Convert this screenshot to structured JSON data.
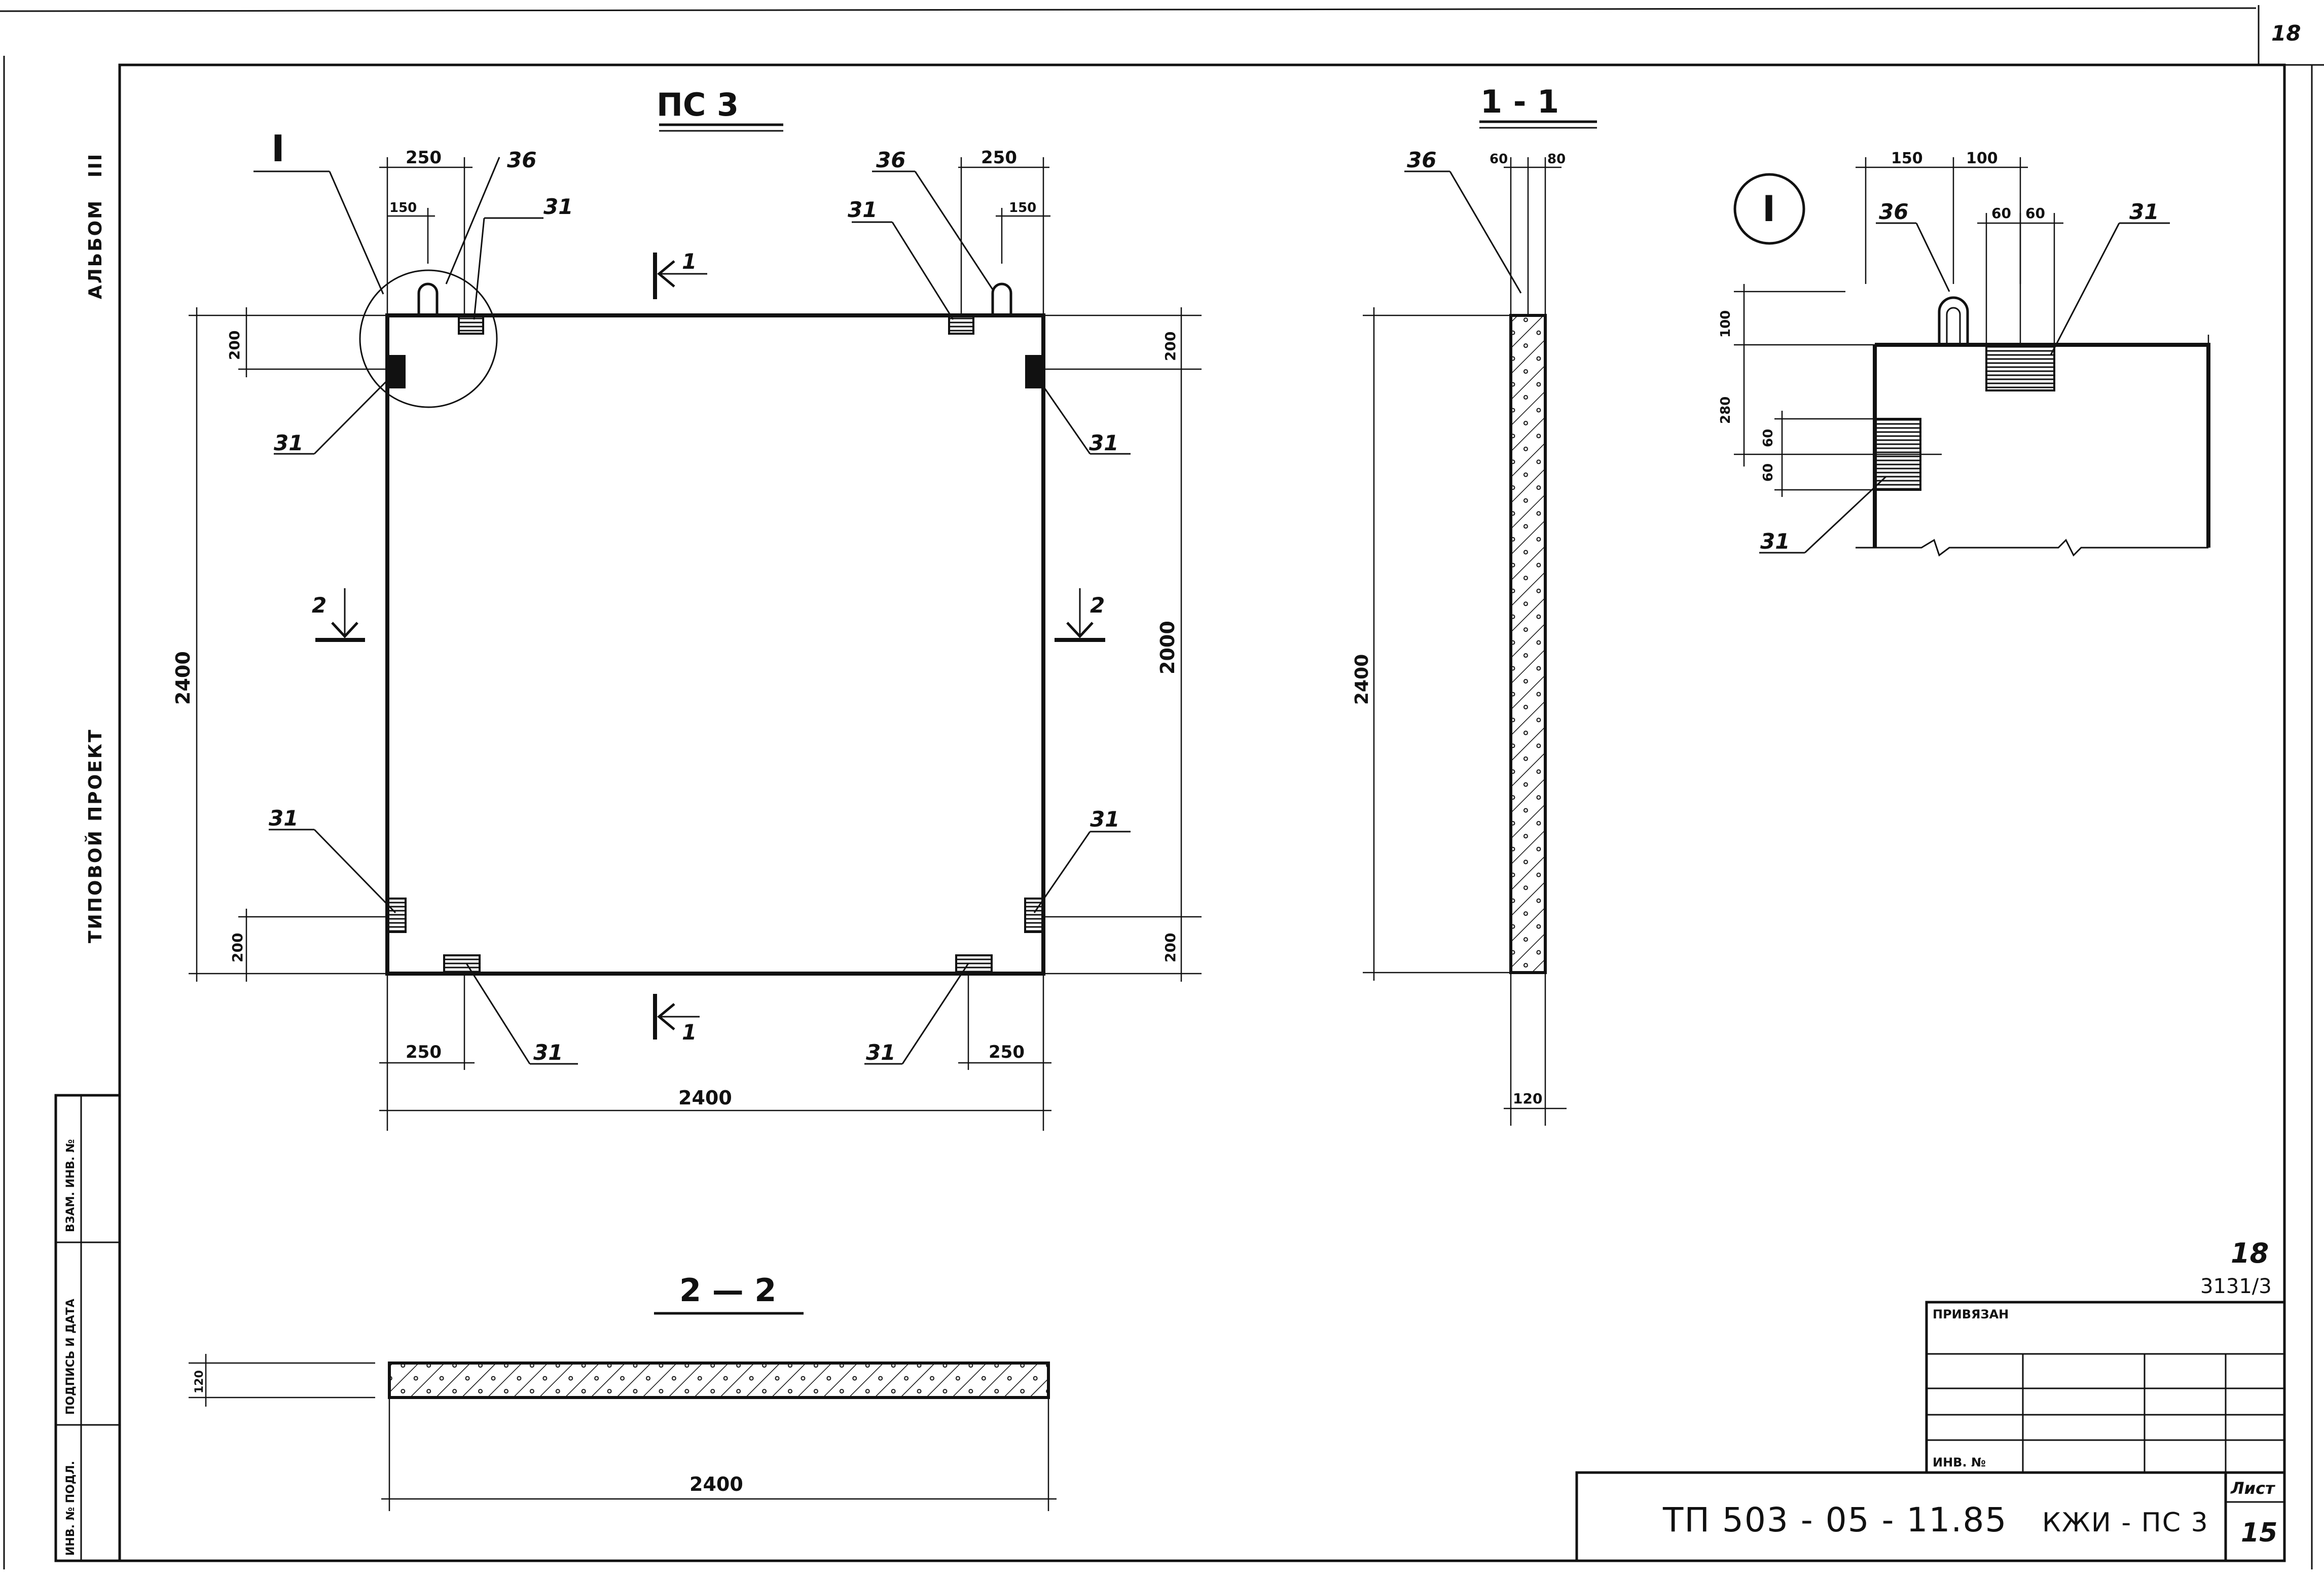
{
  "sheet": {
    "corner_number": "18",
    "sheet_ref_number": "18",
    "sheet_ref_code": "3131/3",
    "side_album": "АЛЬБОМ",
    "side_album_num": "III",
    "side_project": "ТИПОВОЙ ПРОЕКТ"
  },
  "plan": {
    "title": "ПС 3",
    "detail_mark": "I",
    "section_1": "1",
    "section_2": "2",
    "dims": {
      "top_left_250": "250",
      "top_left_150": "150",
      "top_right_250": "250",
      "top_right_150": "150",
      "left_200_top": "200",
      "left_200_bottom": "200",
      "left_2400": "2400",
      "right_200_top": "200",
      "right_200_bottom": "200",
      "right_2000": "2000",
      "bottom_250_left": "250",
      "bottom_250_right": "250",
      "bottom_2400": "2400"
    },
    "labels": {
      "l36_left": "36",
      "l31_top_left": "31",
      "l36_right": "36",
      "l31_top_right": "31",
      "l31_left_upper": "31",
      "l31_right_upper": "31",
      "l31_left_lower": "31",
      "l31_right_lower": "31",
      "l31_bottom_left": "31",
      "l31_bottom_right": "31"
    }
  },
  "section11": {
    "title": "1 - 1",
    "label_36": "36",
    "dim_60": "60",
    "dim_80": "80",
    "dim_2400": "2400",
    "dim_120": "120"
  },
  "detail": {
    "mark": "I",
    "dim_150": "150",
    "dim_100": "100",
    "dim_60a": "60",
    "dim_60b": "60",
    "dim_100v": "100",
    "dim_280": "280",
    "dim_60v": "60",
    "dim_60v2": "60",
    "label_36": "36",
    "label_31_top": "31",
    "label_31_left": "31"
  },
  "section22": {
    "title": "2 — 2",
    "dim_120": "120",
    "dim_2400": "2400"
  },
  "stamp": {
    "binding": "ПРИВЯЗАН",
    "inv_no": "ИНВ. №",
    "code": "ТП 503 - 05 - 11.85",
    "mark": "КЖИ - ПС 3",
    "sheet_label": "Лист",
    "sheet_no": "15"
  },
  "left_stamp": {
    "col1": "ИНВ. № ПОДЛ.",
    "col2": "ПОДПИСЬ И ДАТА",
    "col3": "ВЗАМ. ИНВ. №"
  }
}
